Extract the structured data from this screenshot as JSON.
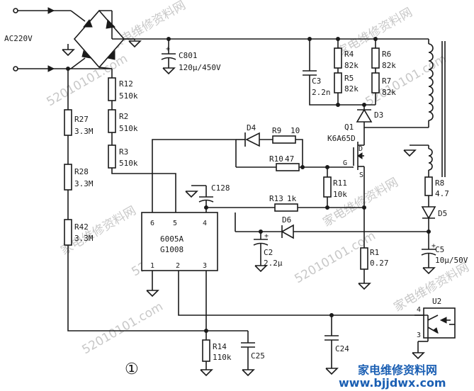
{
  "input": {
    "label": "AC220V"
  },
  "components": {
    "c801": {
      "ref": "C801",
      "value": "120μ/450V"
    },
    "r12": {
      "ref": "R12",
      "value": "510k"
    },
    "r2": {
      "ref": "R2",
      "value": "510k"
    },
    "r3": {
      "ref": "R3",
      "value": "510k"
    },
    "r27": {
      "ref": "R27",
      "value": "3.3M"
    },
    "r28": {
      "ref": "R28",
      "value": "3.3M"
    },
    "r42": {
      "ref": "R42",
      "value": "3.3M"
    },
    "r4": {
      "ref": "R4",
      "value": "82k"
    },
    "r5": {
      "ref": "R5",
      "value": "82k"
    },
    "r6": {
      "ref": "R6",
      "value": "82k"
    },
    "r7": {
      "ref": "R7",
      "value": "82k"
    },
    "c3": {
      "ref": "C3",
      "value": "2.2n"
    },
    "d3": {
      "ref": "D3"
    },
    "q1": {
      "ref": "Q1",
      "value": "K6A65D",
      "pin_d": "D",
      "pin_g": "G",
      "pin_s": "S"
    },
    "d4": {
      "ref": "D4"
    },
    "r9": {
      "ref": "R9",
      "value": "10"
    },
    "r10": {
      "ref": "R10",
      "value": "47"
    },
    "r11": {
      "ref": "R11",
      "value": "10k"
    },
    "c128": {
      "ref": "C128"
    },
    "r13": {
      "ref": "R13",
      "value": "1k"
    },
    "d6": {
      "ref": "D6"
    },
    "c2": {
      "ref": "C2",
      "value": "2.2μ"
    },
    "r1": {
      "ref": "R1",
      "value": "0.27"
    },
    "r8": {
      "ref": "R8",
      "value": "4.7"
    },
    "d5": {
      "ref": "D5"
    },
    "c5": {
      "ref": "C5",
      "value": "10μ/50V"
    },
    "u2": {
      "ref": "U2",
      "pin4": "4",
      "pin3": "3"
    },
    "r14": {
      "ref": "R14",
      "value": "110k"
    },
    "c25": {
      "ref": "C25"
    },
    "c24": {
      "ref": "C24"
    }
  },
  "ic": {
    "line1": "6005A",
    "line2": "G1008",
    "pins": {
      "p1": "1",
      "p2": "2",
      "p3": "3",
      "p4": "4",
      "p5": "5",
      "p6": "6"
    }
  },
  "figure_number": "①",
  "watermarks": [
    "家电维修资料网",
    "52010101.com"
  ],
  "site_logo": "www.bjjdwx.com",
  "site_logo_cn": "家电维修资料网",
  "colors": {
    "ink": "#1a1a1a",
    "watermark": "#c8c8c8",
    "logo": "#1b5fb3"
  }
}
